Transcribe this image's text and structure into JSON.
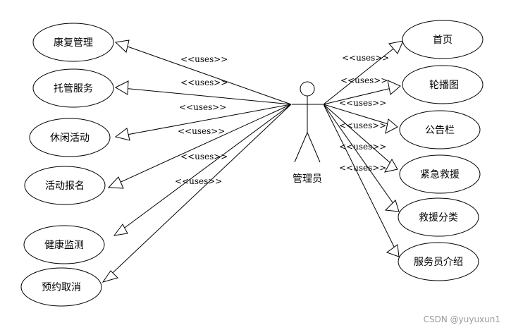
{
  "actor": {
    "label": "管理员"
  },
  "relation_label": "<<uses>>",
  "left_use_cases": [
    {
      "label": "康复管理"
    },
    {
      "label": "托管服务"
    },
    {
      "label": "休闲活动"
    },
    {
      "label": "活动报名"
    },
    {
      "label": "健康监测"
    },
    {
      "label": "预约取消"
    }
  ],
  "right_use_cases": [
    {
      "label": "首页"
    },
    {
      "label": "轮播图"
    },
    {
      "label": "公告栏"
    },
    {
      "label": "紧急救援"
    },
    {
      "label": "救援分类"
    },
    {
      "label": "服务员介绍"
    }
  ],
  "watermark": "CSDN @yuyuxun1"
}
